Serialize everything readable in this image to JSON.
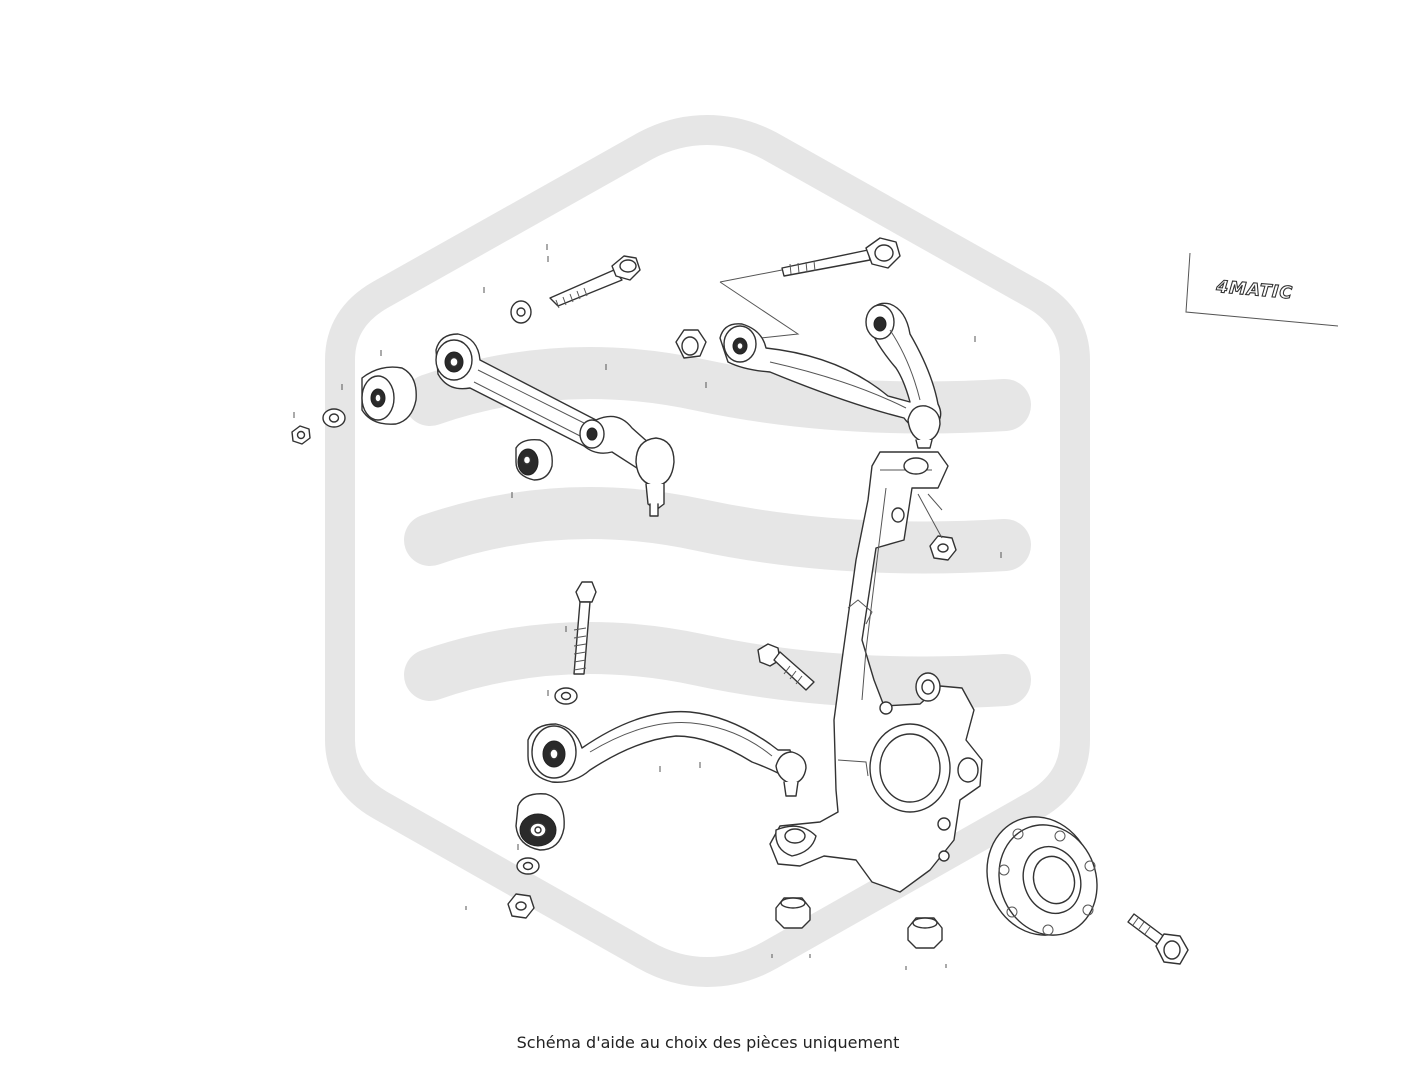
{
  "badge": {
    "text": "4MATIC"
  },
  "caption": "Schéma d'aide au choix des pièces uniquement",
  "colors": {
    "watermark": "#e6e6e6",
    "line": "#333333",
    "background": "#ffffff"
  },
  "icons": [
    "hexagon-watermark",
    "4matic-badge"
  ]
}
